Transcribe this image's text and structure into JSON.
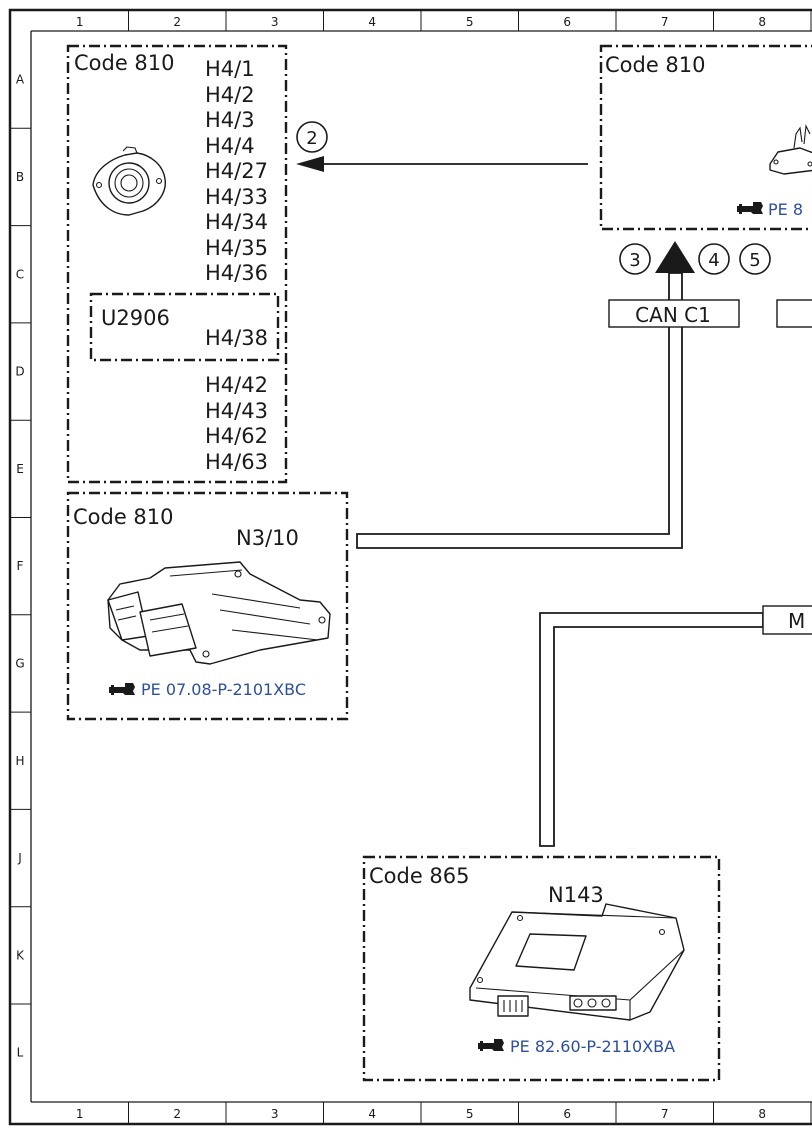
{
  "ruler": {
    "columns": [
      "1",
      "2",
      "3",
      "4",
      "5",
      "6",
      "7",
      "8"
    ],
    "rows": [
      "A",
      "B",
      "C",
      "D",
      "E",
      "F",
      "G",
      "H",
      "J",
      "K",
      "L"
    ]
  },
  "boxes": {
    "speaker_box": {
      "code": "Code 810",
      "pins": [
        "H4/1",
        "H4/2",
        "H4/3",
        "H4/4",
        "H4/27",
        "H4/33",
        "H4/34",
        "H4/35",
        "H4/36"
      ],
      "sub_box": {
        "code": "U2906",
        "pin": "H4/38"
      },
      "pins_after": [
        "H4/42",
        "H4/43",
        "H4/62",
        "H4/63"
      ],
      "icon": "speaker-icon"
    },
    "head_unit_box": {
      "code": "Code 810",
      "reference": "PE 8",
      "icon": "head-unit-icon"
    },
    "ecu_box": {
      "code": "Code 810",
      "component": "N3/10",
      "reference": "PE 07.08-P-2101XBC",
      "icon": "engine-control-unit-icon"
    },
    "module_box": {
      "code": "Code 865",
      "component": "N143",
      "reference": "PE 82.60-P-2110XBA",
      "icon": "control-module-icon"
    }
  },
  "connections": {
    "bus_label": "CAN C1",
    "truncated_label": "M",
    "markers": [
      "2",
      "3",
      "4",
      "5"
    ]
  },
  "colors": {
    "reference": "#2d4f9e",
    "line": "#1a1a1a"
  }
}
